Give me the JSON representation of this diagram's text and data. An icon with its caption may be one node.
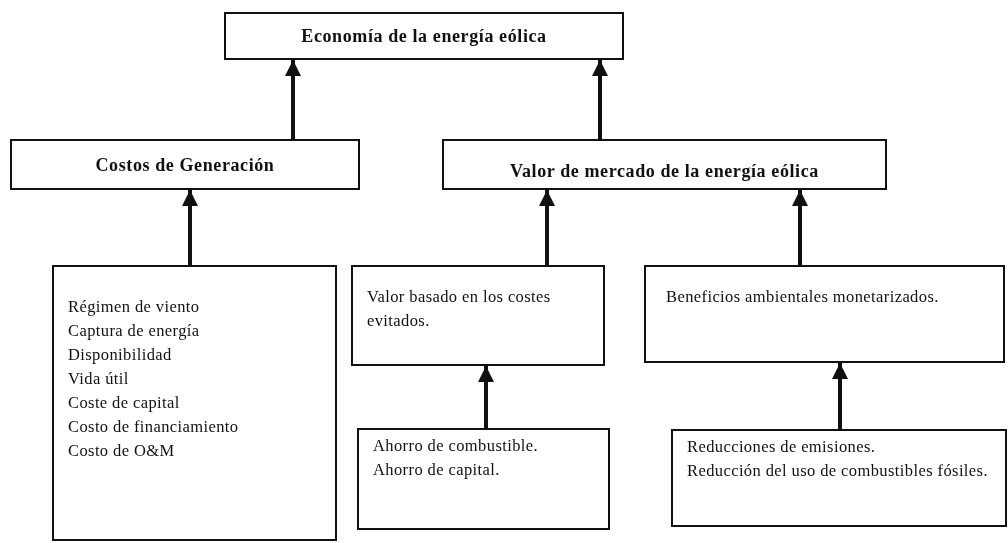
{
  "diagram": {
    "nodes": [
      {
        "text": [
          "Economía de la energía eólica"
        ]
      },
      {
        "text": [
          "Costos de Generación"
        ]
      },
      {
        "text": [
          "Valor de mercado de la energía eólica"
        ]
      },
      {
        "text": [
          "Régimen de viento",
          "Captura de energía",
          "Disponibilidad",
          "Vida útil",
          "Coste de capital",
          "Costo de financiamiento",
          "Costo de O&M"
        ]
      },
      {
        "text": [
          "Valor basado en los costes evitados."
        ]
      },
      {
        "text": [
          "Beneficios ambientales monetarizados."
        ]
      },
      {
        "text": [
          "Ahorro de combustible.",
          "Ahorro de capital."
        ]
      },
      {
        "text": [
          "Reducciones de emisiones.",
          "Reducción del uso de combustibles fósiles."
        ]
      }
    ],
    "edges": [
      {
        "from": 1,
        "to": 0,
        "arrow": "to"
      },
      {
        "from": 2,
        "to": 0,
        "arrow": "to"
      },
      {
        "from": 3,
        "to": 1,
        "arrow": "to"
      },
      {
        "from": 4,
        "to": 2,
        "arrow": "to"
      },
      {
        "from": 5,
        "to": 2,
        "arrow": "to"
      },
      {
        "from": 6,
        "to": 4,
        "arrow": "to"
      },
      {
        "from": 7,
        "to": 5,
        "arrow": "to"
      }
    ]
  }
}
